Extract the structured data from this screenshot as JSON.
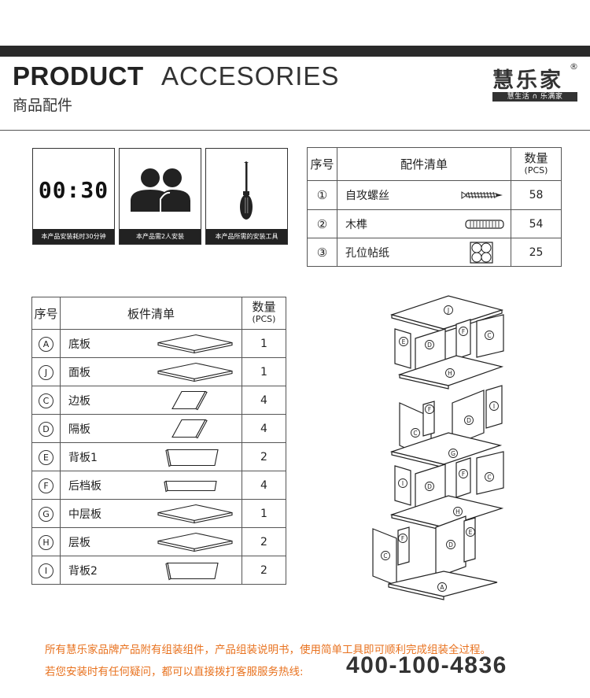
{
  "header": {
    "title_bold": "PRODUCT",
    "title_light": "ACCESORIES",
    "subtitle": "商品配件",
    "brand_name": "慧乐家",
    "brand_reg": "®",
    "brand_tagline": "慧生活 ∩ 乐满家"
  },
  "info_boxes": [
    {
      "value": "00:30",
      "label": "本产品安装耗时30分钟",
      "icon": "clock-display"
    },
    {
      "value": "",
      "label": "本产品需2人安装",
      "icon": "two-people-icon"
    },
    {
      "value": "",
      "label": "本产品所需的安装工具",
      "icon": "screwdriver-icon"
    }
  ],
  "accessories_table": {
    "headers": {
      "no": "序号",
      "name": "配件清单",
      "qty": "数量",
      "qty_unit": "(PCS)"
    },
    "rows": [
      {
        "no": "①",
        "name": "自攻螺丝",
        "qty": "58",
        "icon": "screw-icon"
      },
      {
        "no": "②",
        "name": "木榫",
        "qty": "54",
        "icon": "dowel-icon"
      },
      {
        "no": "③",
        "name": "孔位帖纸",
        "qty": "25",
        "icon": "sticker-icon"
      }
    ]
  },
  "boards_table": {
    "headers": {
      "no": "序号",
      "name": "板件清单",
      "qty": "数量",
      "qty_unit": "(PCS)"
    },
    "rows": [
      {
        "no": "A",
        "name": "底板",
        "qty": "1",
        "shape": "wide-flat-board"
      },
      {
        "no": "J",
        "name": "面板",
        "qty": "1",
        "shape": "wide-flat-board"
      },
      {
        "no": "C",
        "name": "边板",
        "qty": "4",
        "shape": "square-panel"
      },
      {
        "no": "D",
        "name": "隔板",
        "qty": "4",
        "shape": "square-panel"
      },
      {
        "no": "E",
        "name": "背板1",
        "qty": "2",
        "shape": "back-panel"
      },
      {
        "no": "F",
        "name": "后档板",
        "qty": "4",
        "shape": "narrow-strip"
      },
      {
        "no": "G",
        "name": "中层板",
        "qty": "1",
        "shape": "wide-flat-board"
      },
      {
        "no": "H",
        "name": "层板",
        "qty": "2",
        "shape": "wide-flat-board"
      },
      {
        "no": "I",
        "name": "背板2",
        "qty": "2",
        "shape": "back-panel"
      }
    ]
  },
  "diagram_labels": [
    "J",
    "E",
    "D",
    "F",
    "C",
    "H",
    "F",
    "I",
    "C",
    "D",
    "G",
    "I",
    "D",
    "F",
    "C",
    "H",
    "F",
    "E",
    "C",
    "D",
    "A"
  ],
  "footer": {
    "line1": "所有慧乐家品牌产品附有组装组件，产品组装说明书，使用简单工具即可顺利完成组装全过程。",
    "line2": "若您安装时有任何疑问，都可以直接拨打客服服务热线:",
    "phone": "400-100-4836"
  }
}
